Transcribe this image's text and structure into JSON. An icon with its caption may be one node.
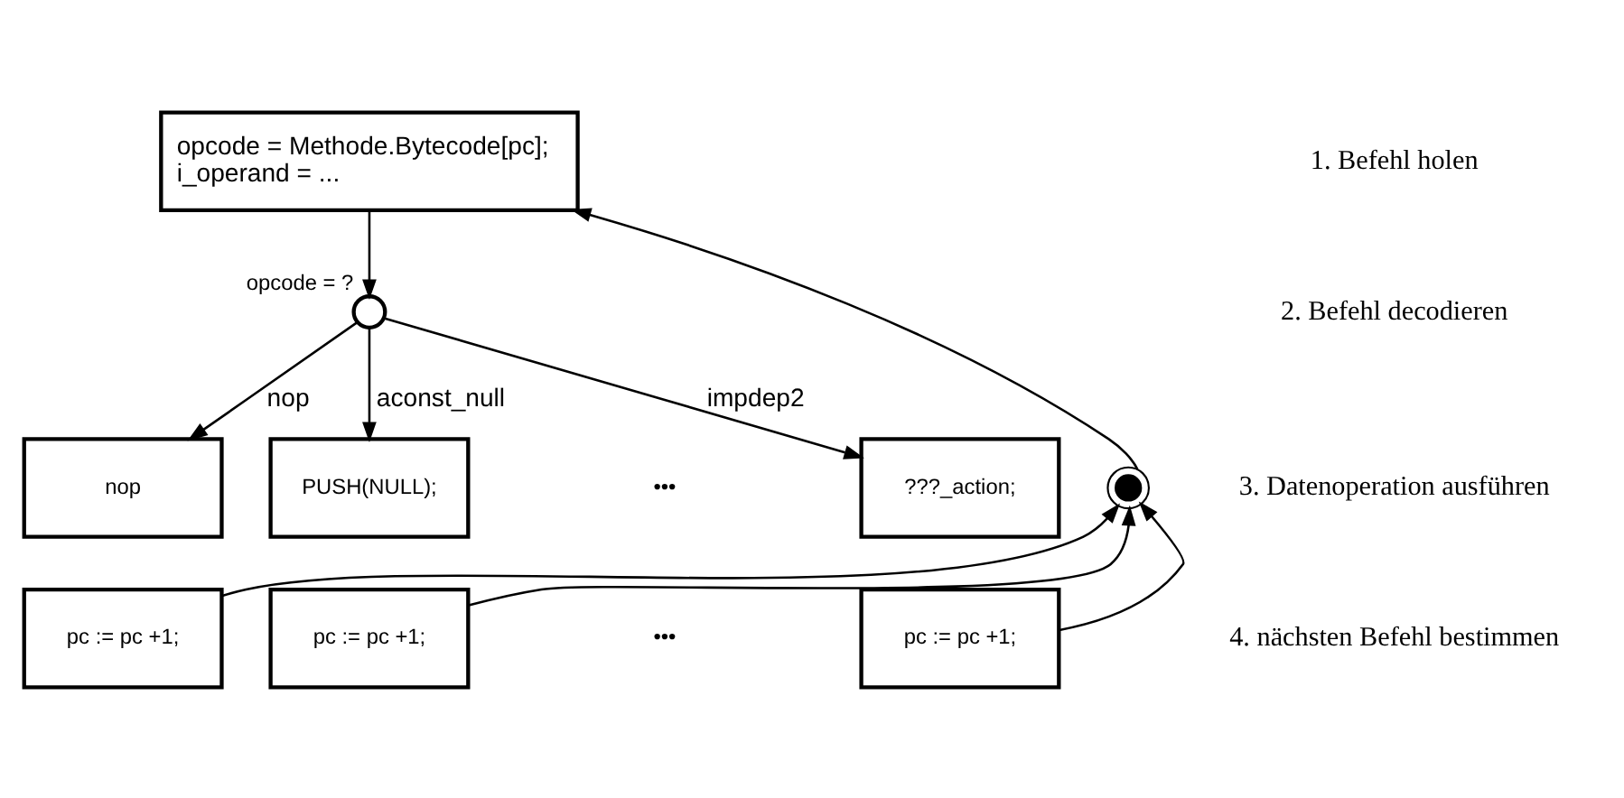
{
  "diagram": {
    "nodes": [
      {
        "text": [
          "opcode = Methode.Bytecode[pc];",
          "i_operand = ..."
        ]
      },
      {
        "text": [],
        "shape": "circle",
        "beside": [
          "opcode = ?"
        ]
      },
      {
        "text": [
          "nop"
        ]
      },
      {
        "text": [
          "pc := pc +1;"
        ]
      },
      {
        "text": [
          "PUSH(NULL);"
        ]
      },
      {
        "text": [
          "pc := pc +1;"
        ]
      },
      {
        "text": [
          "???_action;"
        ]
      },
      {
        "text": [
          "pc := pc +1;"
        ]
      },
      {
        "text": [],
        "shape": "circle"
      }
    ],
    "edges": [
      {
        "from": 8,
        "to": 0,
        "arrow": "to"
      },
      {
        "from": 0,
        "to": 1,
        "arrow": "to"
      },
      {
        "from": 1,
        "to": 2,
        "arrow": "to",
        "label": "nop"
      },
      {
        "from": 1,
        "to": 4,
        "arrow": "to",
        "label": "aconst_null"
      },
      {
        "from": 1,
        "to": 6,
        "arrow": "to",
        "label": "impdep2"
      },
      {
        "from": 3,
        "to": 8,
        "arrow": "to"
      },
      {
        "from": 5,
        "to": 8,
        "arrow": "to"
      },
      {
        "from": 7,
        "to": 8,
        "arrow": "to"
      }
    ],
    "labels": [
      "1. Befehl holen",
      "2. Befehl decodieren",
      "•••",
      "3. Datenoperation ausführen",
      "•••",
      "4. nächsten Befehl bestimmen"
    ]
  }
}
